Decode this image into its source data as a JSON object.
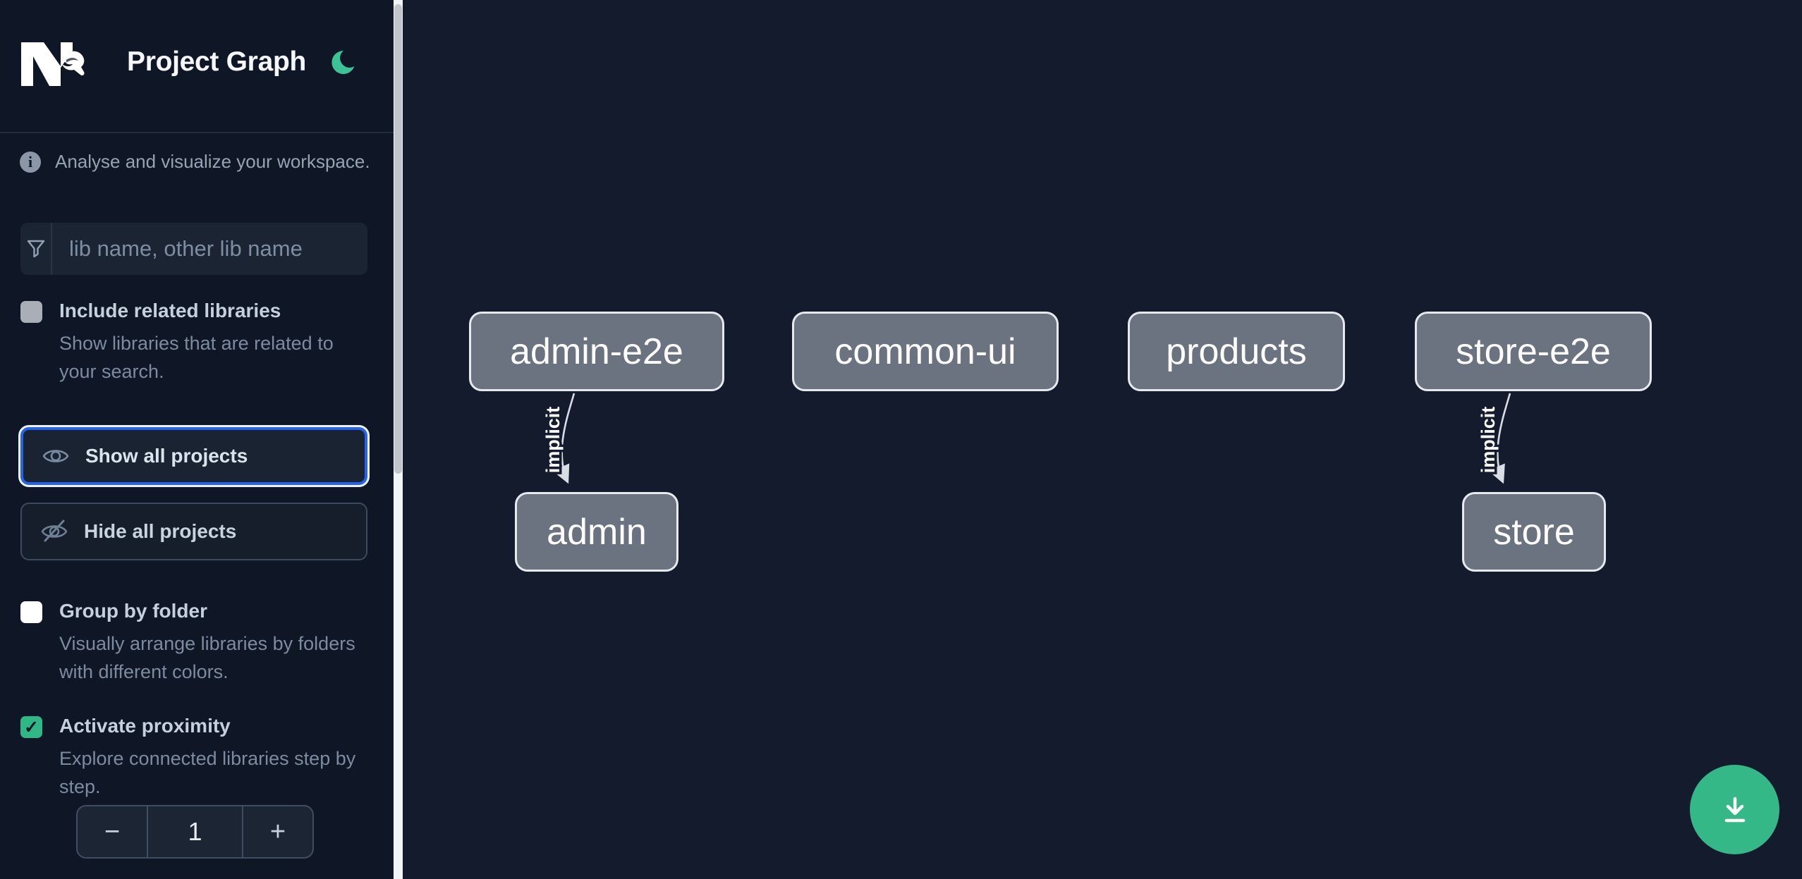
{
  "sidebar": {
    "title": "Project Graph",
    "subtitle": "Analyse and visualize your workspace.",
    "filter": {
      "placeholder": "lib name, other lib name",
      "value": ""
    },
    "options": [
      {
        "label": "Include related libraries",
        "description": "Show libraries that are related to your search.",
        "checked": false
      },
      {
        "label": "Group by folder",
        "description": "Visually arrange libraries by folders with different colors.",
        "checked": false
      },
      {
        "label": "Activate proximity",
        "description": "Explore connected libraries step by step.",
        "checked": true,
        "check_glyph": "✓"
      }
    ],
    "actions": {
      "show_all": "Show all projects",
      "hide_all": "Hide all projects"
    },
    "stepper": {
      "decrement": "−",
      "value": "1",
      "increment": "+"
    }
  },
  "graph": {
    "nodes": [
      {
        "id": "admin-e2e",
        "label": "admin-e2e"
      },
      {
        "id": "common-ui",
        "label": "common-ui"
      },
      {
        "id": "products",
        "label": "products"
      },
      {
        "id": "store-e2e",
        "label": "store-e2e"
      },
      {
        "id": "admin",
        "label": "admin"
      },
      {
        "id": "store",
        "label": "store"
      }
    ],
    "edges": [
      {
        "from": "admin-e2e",
        "to": "admin",
        "label": "implicit"
      },
      {
        "from": "store-e2e",
        "to": "store",
        "label": "implicit"
      }
    ]
  },
  "icons": {
    "logo": "nx-logo",
    "theme_toggle": "moon-icon",
    "info": "info-icon",
    "filter": "funnel-icon",
    "show_all": "eye-icon",
    "hide_all": "eye-off-icon",
    "fab": "download-icon"
  },
  "colors": {
    "sidebar_bg": "#0f1626",
    "canvas_bg": "#141b2c",
    "accent_green": "#35b887",
    "moon_green": "#3cc395",
    "focus_blue": "#2563eb",
    "node_fill": "#6b7280",
    "node_border": "#e6e9ee",
    "edge": "#d9dee6",
    "checkbox_checked": "#2fb786"
  }
}
